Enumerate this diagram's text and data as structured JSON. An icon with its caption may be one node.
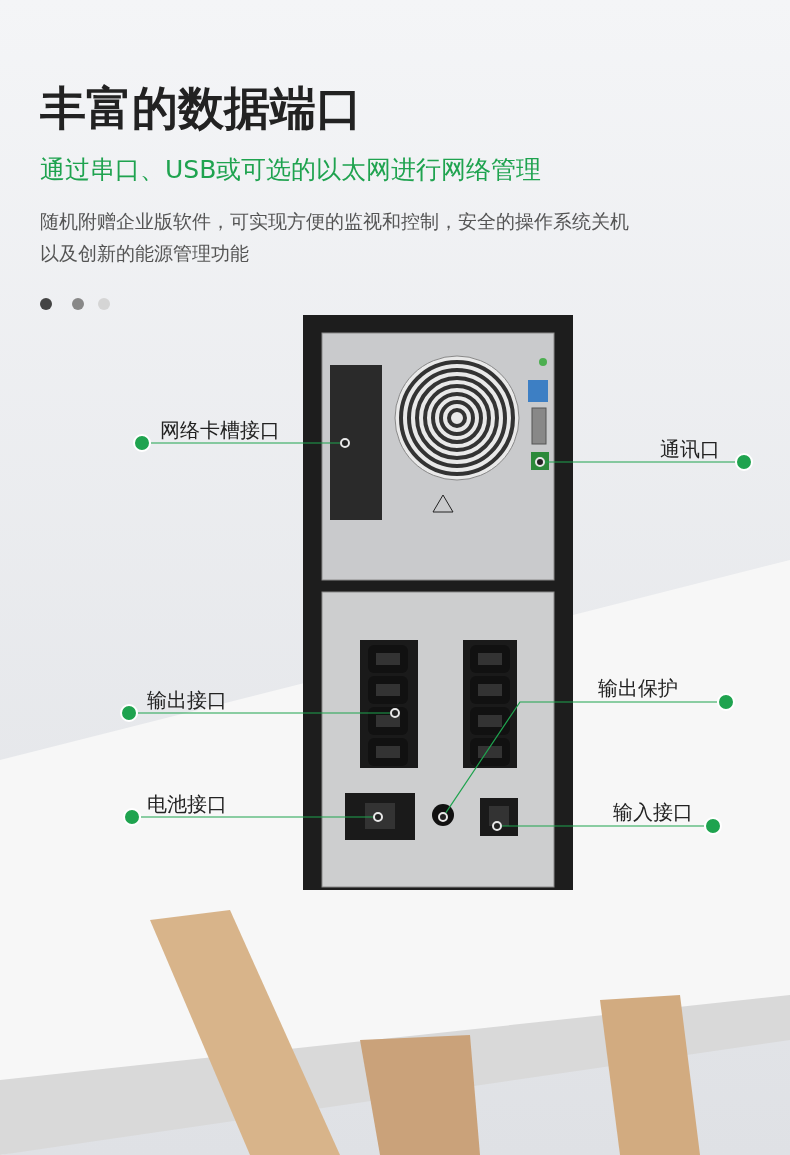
{
  "diagram": {
    "title": "丰富的数据端口",
    "nodes": [
      {
        "text": [
          "网络卡槽接口"
        ]
      },
      {
        "text": [],
        "shape": "circle"
      },
      {
        "text": [
          "通讯口"
        ]
      },
      {
        "text": [],
        "shape": "circle"
      },
      {
        "text": [
          "输出保护"
        ]
      },
      {
        "text": [],
        "shape": "circle"
      },
      {
        "text": [
          "输出接口"
        ]
      },
      {
        "text": [],
        "shape": "circle"
      },
      {
        "text": [
          "电池接口"
        ]
      },
      {
        "text": [],
        "shape": "circle"
      },
      {
        "text": [
          "输入接口"
        ]
      },
      {
        "text": [],
        "shape": "circle"
      }
    ],
    "edges": [
      {
        "from": 0,
        "to": 1,
        "arrow": "none"
      },
      {
        "from": 2,
        "to": 3,
        "arrow": "none"
      },
      {
        "from": 4,
        "to": 5,
        "arrow": "none"
      },
      {
        "from": 6,
        "to": 7,
        "arrow": "none"
      },
      {
        "from": 8,
        "to": 9,
        "arrow": "none"
      },
      {
        "from": 10,
        "to": 11,
        "arrow": "none"
      }
    ],
    "labels": [
      "通过串口、USB或可选的以太网进行网络管理",
      "随机附赠企业版软件，可实现方便的监视和控制，安全的操作系统关机以及创新的能源管理功能"
    ]
  }
}
